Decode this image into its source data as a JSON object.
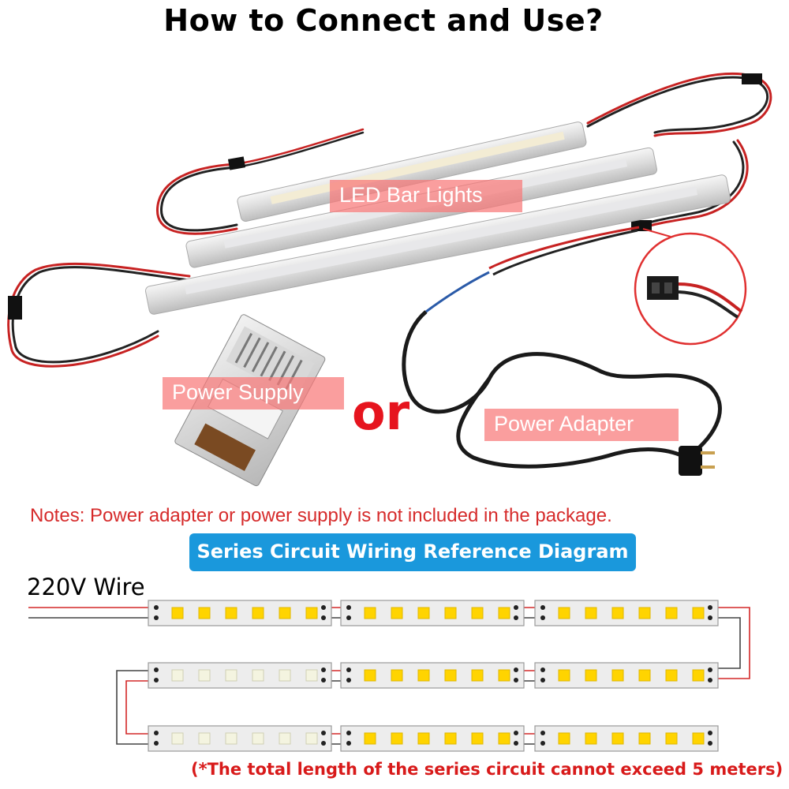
{
  "title": "How to Connect and Use?",
  "labels": {
    "led_bar_lights": "LED Bar Lights",
    "power_supply": "Power Supply",
    "or": "or",
    "power_adapter": "Power Adapter"
  },
  "notes": "Notes: Power adapter or power supply is not included in the package.",
  "diagram": {
    "banner": "Series Circuit Wiring Reference Diagram",
    "wire_label": "220V Wire",
    "footnote": "(*The total length of the series circuit cannot exceed 5 meters)",
    "rows": 3,
    "bars_per_row": 3,
    "leds_per_bar": 6
  },
  "colors": {
    "title": "#000000",
    "tag_background": "#f87878",
    "or_text": "#e6141e",
    "notes_text": "#d62b2b",
    "banner_background": "#1a98dc",
    "footnote_text": "#d81a1a",
    "led_yellow": "#ffd400",
    "led_white": "#f4f4e0",
    "wire_red": "#d42828"
  }
}
